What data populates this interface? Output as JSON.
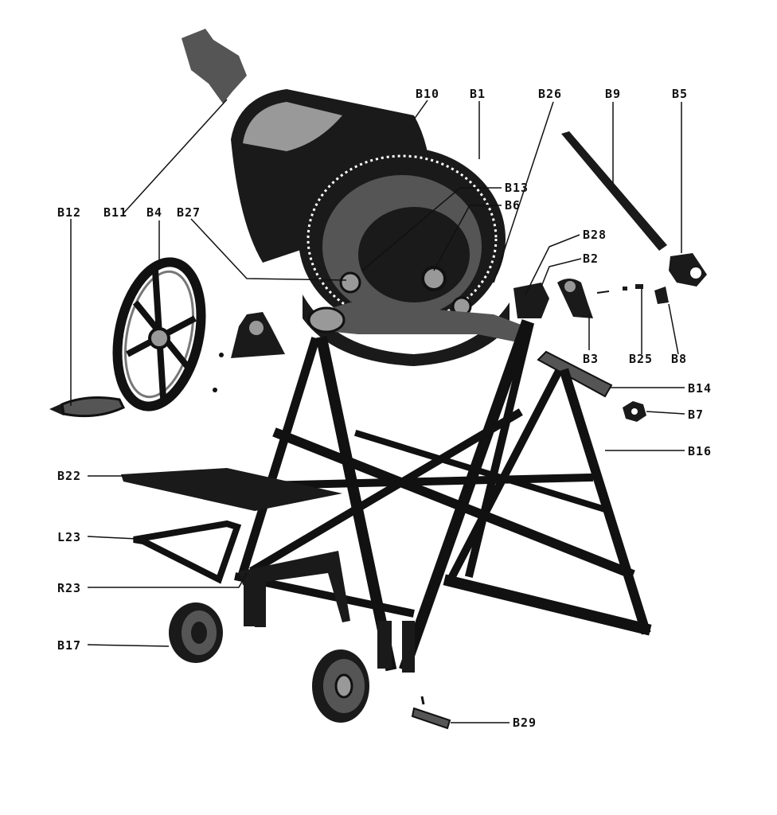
{
  "diagram": {
    "part_labels": {
      "b10": "B10",
      "b1": "B1",
      "b26": "B26",
      "b9": "B9",
      "b5": "B5",
      "b13": "B13",
      "b6": "B6",
      "b28": "B28",
      "b2": "B2",
      "b3": "B3",
      "b25": "B25",
      "b8": "B8",
      "b14": "B14",
      "b7": "B7",
      "b16": "B16",
      "b12": "B12",
      "b11": "B11",
      "b4": "B4",
      "b27": "B27",
      "b22": "B22",
      "l23": "L23",
      "r23": "R23",
      "b17": "B17",
      "b29": "B29"
    },
    "colors": {
      "ink": "#111111",
      "paper": "#ffffff"
    }
  }
}
